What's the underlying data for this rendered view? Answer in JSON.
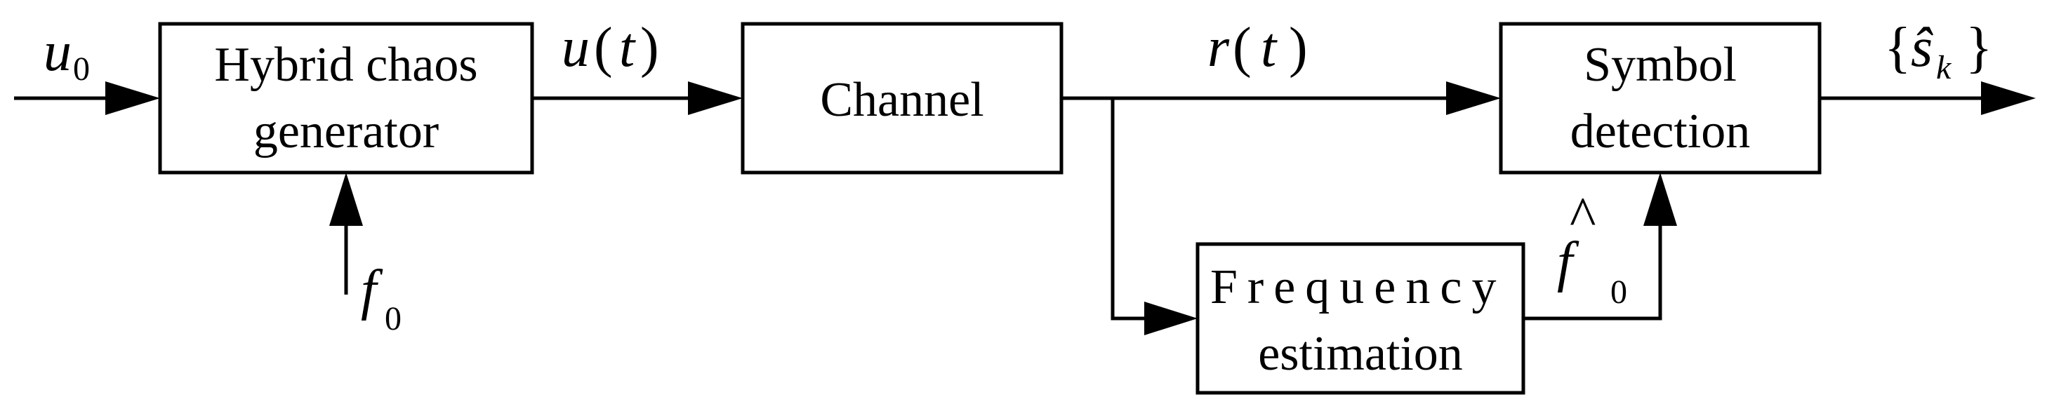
{
  "blocks": {
    "hybrid_chaos_generator": {
      "line1": "Hybrid chaos",
      "line2": "generator"
    },
    "channel": {
      "line1": "Channel"
    },
    "symbol_detection": {
      "line1": "Symbol",
      "line2": "detection"
    },
    "frequency_estimation": {
      "line1": "Frequency",
      "line2": "estimation"
    }
  },
  "signals": {
    "input": {
      "symbol": "u",
      "subscript": "0"
    },
    "control": {
      "symbol": "f",
      "subscript": "0"
    },
    "chaos_output": {
      "symbol": "u",
      "open": "(",
      "arg": "t",
      "close": ")"
    },
    "received": {
      "symbol": "r",
      "open": "(",
      "arg": "t",
      "close": ")"
    },
    "frequency_estimate": {
      "hat": "^",
      "symbol": "f",
      "subscript": "0"
    },
    "detected_symbols": {
      "open_brace": "{",
      "symbol": "ŝ",
      "subscript": "k",
      "close_brace": "}"
    }
  }
}
